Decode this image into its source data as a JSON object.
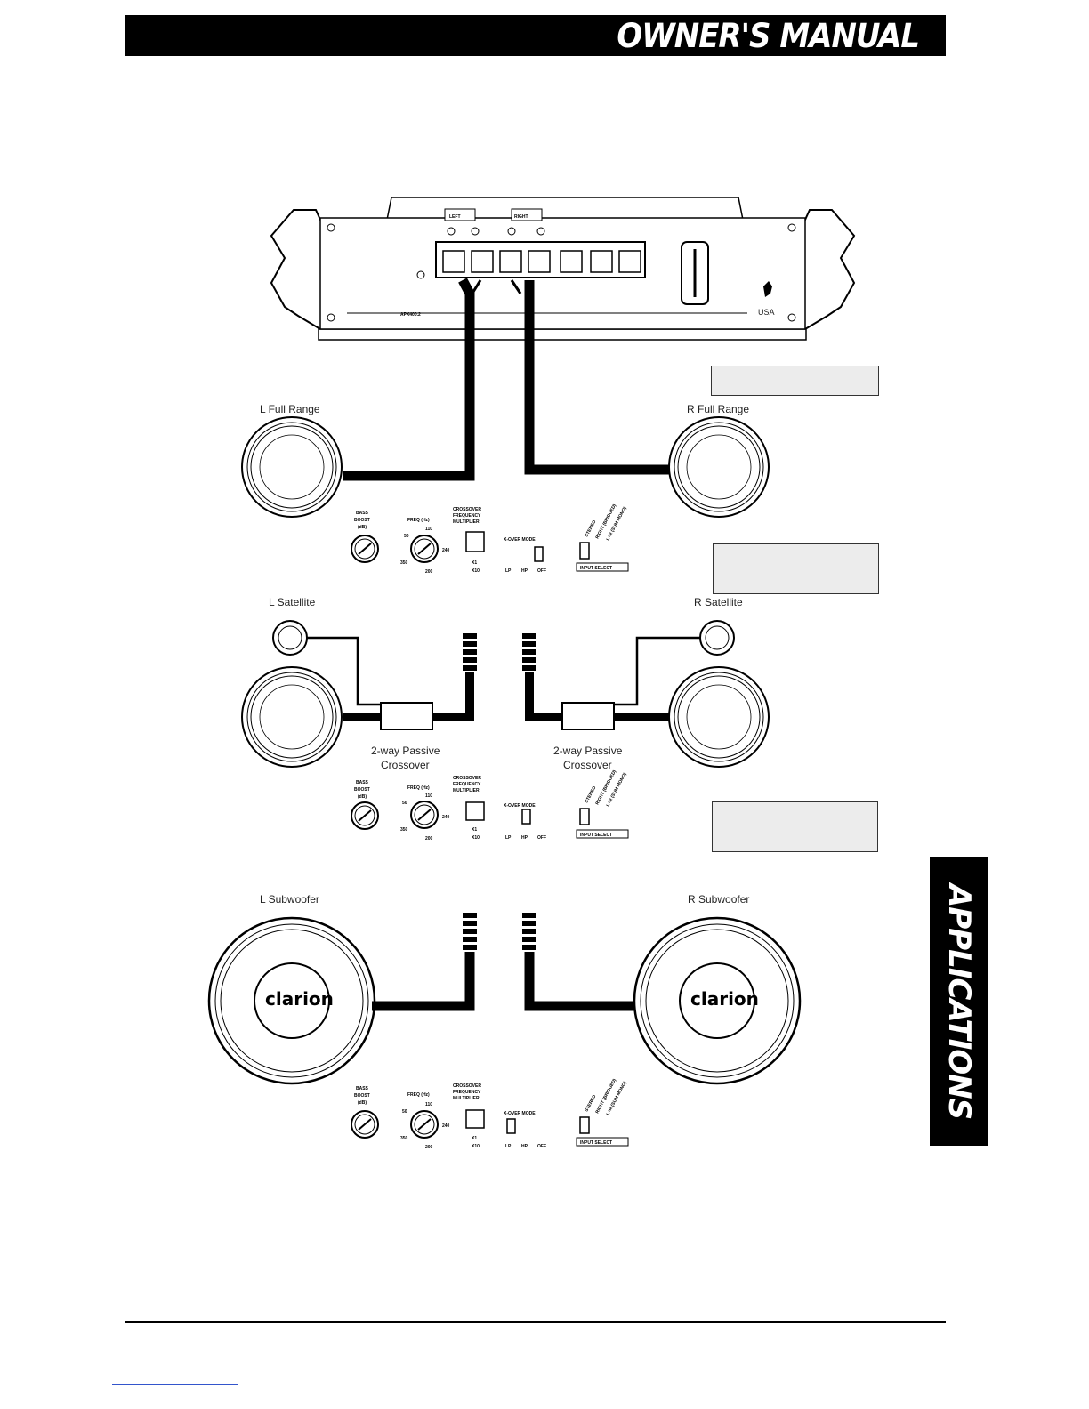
{
  "header": {
    "title": "OWNER'S MANUAL"
  },
  "side_tab": {
    "label": "APPLICATIONS"
  },
  "amplifier": {
    "left_label": "LEFT",
    "right_label": "RIGHT",
    "model_text": "APX400.2",
    "usa_text": "USA"
  },
  "section1": {
    "left_label": "L Full Range",
    "right_label": "R Full Range"
  },
  "section2": {
    "left_label": "L Satellite",
    "right_label": "R Satellite",
    "left_crossover": [
      "2-way Passive",
      "Crossover"
    ],
    "right_crossover": [
      "2-way Passive",
      "Crossover"
    ]
  },
  "section3": {
    "left_label": "L Subwoofer",
    "right_label": "R Subwoofer",
    "logo_text": "clarion"
  },
  "controls": {
    "bass_boost": [
      "BASS",
      "BOOST",
      "(dB)"
    ],
    "freq": "FREQ (Hz)",
    "freq_ticks": [
      "50",
      "110",
      "240",
      "350",
      "200"
    ],
    "multiplier": [
      "CROSSOVER",
      "FREQUENCY",
      "MULTIPLIER"
    ],
    "x1": "X1",
    "x10": "X10",
    "xover_mode": "X-OVER MODE",
    "modes": [
      "LP",
      "HP",
      "OFF"
    ],
    "input_modes": [
      "STEREO",
      "RIGHT (BRIDGED)",
      "L+R (SUM MONO)"
    ],
    "input_select": "INPUT SELECT"
  },
  "colors": {
    "ink": "#000000",
    "note_box": "#ececec",
    "link": "#3355cc"
  }
}
